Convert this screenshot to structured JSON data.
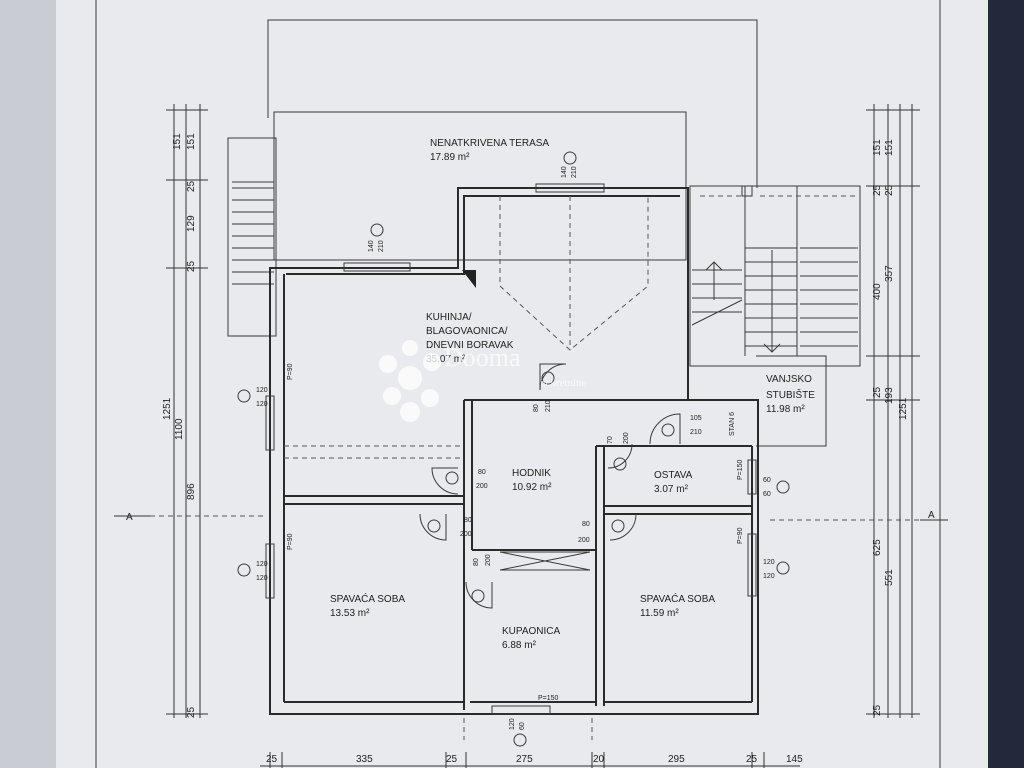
{
  "rooms": {
    "terasa": {
      "name": "NENATKRIVENA TERASA",
      "area": "17.89 m²"
    },
    "kuhinja": {
      "line1": "KUHINJA/",
      "line2": "BLAGOVAONICA/",
      "line3": "DNEVNI BORAVAK",
      "area": "35.07 m²"
    },
    "stubiste": {
      "line1": "VANJSKO",
      "line2": "STUBIŠTE",
      "area": "11.98 m²"
    },
    "hodnik": {
      "name": "HODNIK",
      "area": "10.92 m²"
    },
    "ostava": {
      "name": "OSTAVA",
      "area": "3.07 m²"
    },
    "soba_left": {
      "name": "SPAVAĆA SOBA",
      "area": "13.53 m²"
    },
    "soba_right": {
      "name": "SPAVAĆA SOBA",
      "area": "11.59 m²"
    },
    "kupaonica": {
      "name": "KUPAONICA",
      "area": "6.88 m²"
    }
  },
  "openings": {
    "w_terasa": [
      "140",
      "210"
    ],
    "w_kuhinja_top": [
      "140",
      "210"
    ],
    "w_left_1": [
      "120",
      "120"
    ],
    "w_left_2": [
      "120",
      "120"
    ],
    "w_right_1": [
      "60",
      "60"
    ],
    "w_right_2": [
      "120",
      "120"
    ],
    "w_bottom": [
      "120",
      "60"
    ],
    "d_kuhinja": [
      "80",
      "210"
    ],
    "d_stub": [
      "105",
      "210"
    ],
    "d_ostava": [
      "70",
      "200"
    ],
    "d_hodnik": [
      "80",
      "200"
    ],
    "d_soba_l": [
      "80",
      "200"
    ],
    "d_soba_r": [
      "80",
      "200"
    ],
    "d_kup": [
      "80",
      "200"
    ],
    "parapet_left_1": "P=90",
    "parapet_left_2": "P=90",
    "parapet_right_1": "P=150",
    "parapet_right_2": "P=90",
    "parapet_bottom": "P=150",
    "stan": "STAN 6"
  },
  "section": {
    "left": "A",
    "right": "A"
  },
  "dims": {
    "left": {
      "chain1": [
        "151",
        "25",
        "129",
        "25"
      ],
      "total_a": "1251",
      "total_b": "1100",
      "mid": "896",
      "bottom": "25"
    },
    "right": {
      "chain1": [
        "151",
        "25"
      ],
      "mid_a": "400",
      "mid_b": "357",
      "c25": "25",
      "c193": "193",
      "total": "1251",
      "lower_a": "625",
      "lower_b": "551",
      "bottom": "25"
    },
    "bottom": [
      "25",
      "335",
      "25",
      "275",
      "20",
      "295",
      "25",
      "145"
    ]
  },
  "watermark": {
    "brand": "Dooma",
    "tagline": "nekretnine"
  }
}
